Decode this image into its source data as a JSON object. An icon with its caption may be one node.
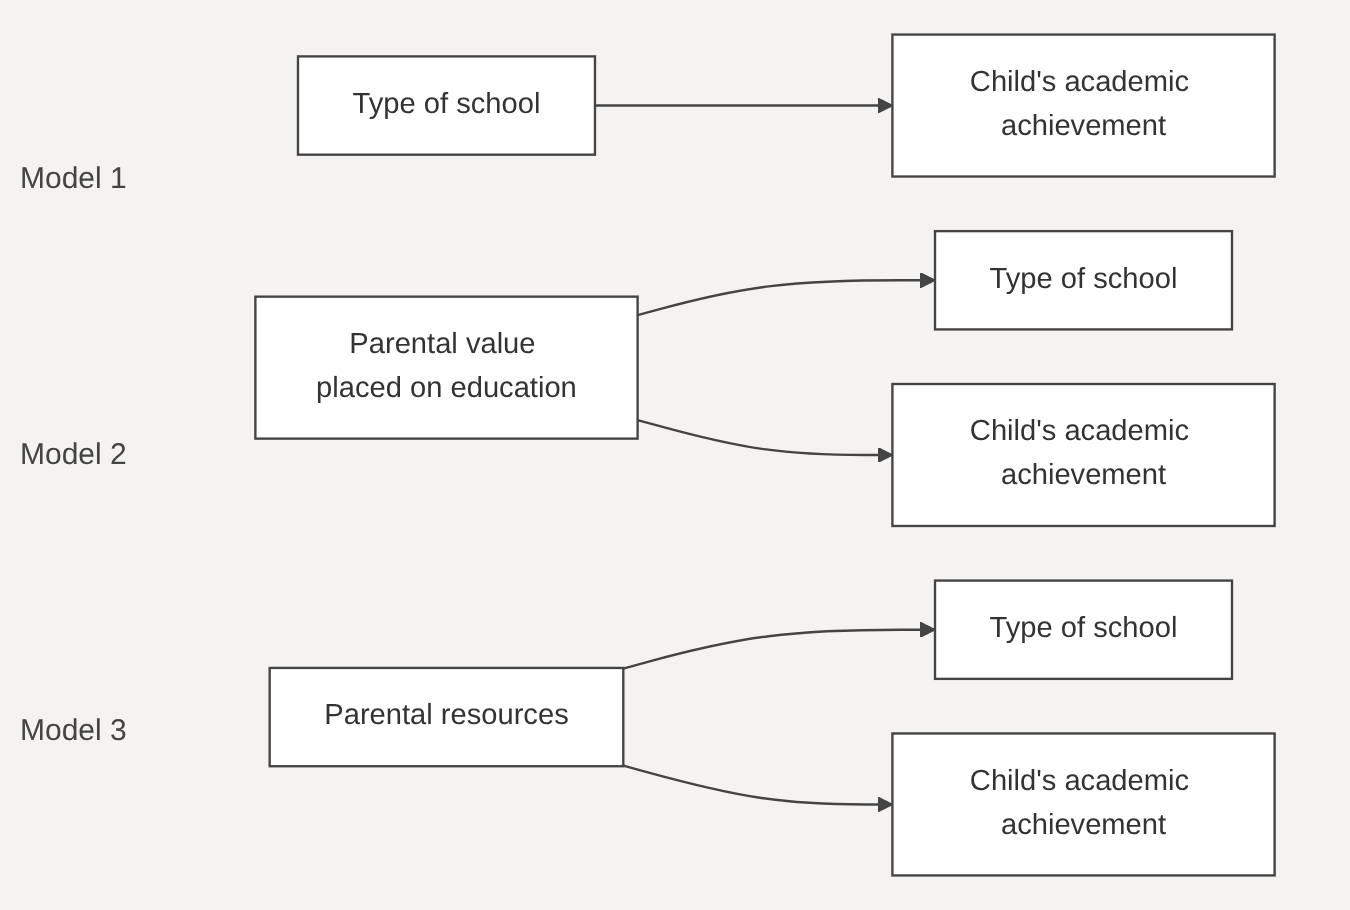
{
  "diagram": {
    "nodes": [
      {
        "text": [
          "Type of school"
        ]
      },
      {
        "text": [
          "Child's academic achievement"
        ]
      },
      {
        "text": [
          "Parental value placed on education"
        ]
      },
      {
        "text": [
          "Type of school"
        ]
      },
      {
        "text": [
          "Child's academic achievement"
        ]
      },
      {
        "text": [
          "Parental resources"
        ]
      },
      {
        "text": [
          "Type of school"
        ]
      },
      {
        "text": [
          "Child's academic achievement"
        ]
      }
    ],
    "edges": [
      {
        "from": 0,
        "to": 1,
        "arrow": "to"
      },
      {
        "from": 2,
        "to": 3,
        "arrow": "to"
      },
      {
        "from": 2,
        "to": 4,
        "arrow": "to"
      },
      {
        "from": 5,
        "to": 6,
        "arrow": "to"
      },
      {
        "from": 5,
        "to": 7,
        "arrow": "to"
      }
    ],
    "labels": [
      "Model 1",
      "Model 2",
      "Model 3"
    ]
  }
}
